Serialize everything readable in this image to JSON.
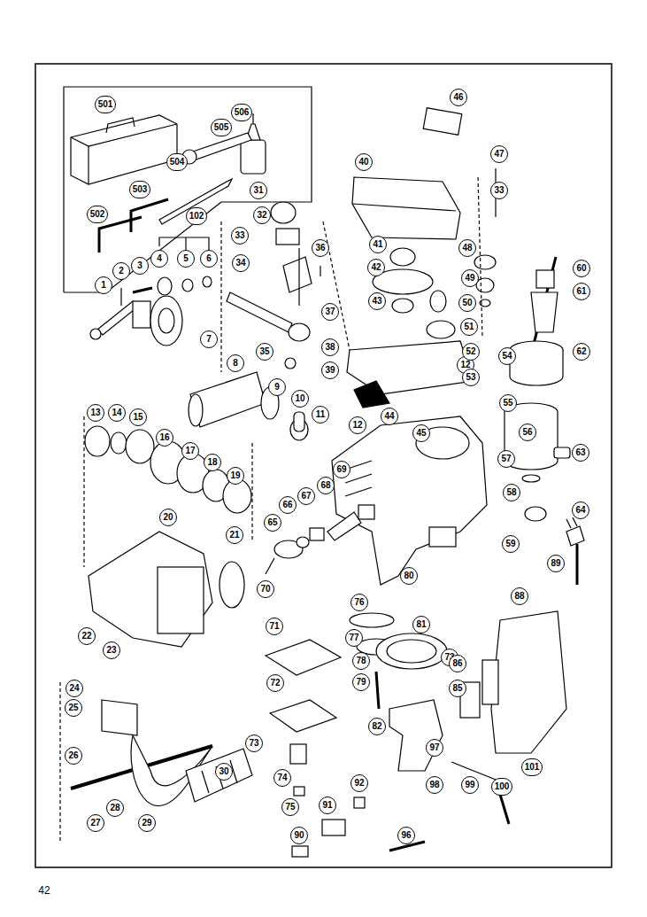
{
  "diagram": {
    "labels": [
      "501",
      "506",
      "505",
      "504",
      "503",
      "502",
      "102",
      "1",
      "2",
      "3",
      "4",
      "5",
      "6",
      "7",
      "8",
      "9",
      "10",
      "11",
      "12",
      "12",
      "13",
      "14",
      "15",
      "16",
      "17",
      "18",
      "19",
      "20",
      "21",
      "22",
      "23",
      "24",
      "25",
      "26",
      "27",
      "28",
      "29",
      "30",
      "31",
      "32",
      "33",
      "33",
      "34",
      "35",
      "36",
      "37",
      "38",
      "39",
      "40",
      "41",
      "42",
      "43",
      "44",
      "45",
      "46",
      "47",
      "48",
      "49",
      "50",
      "51",
      "52",
      "53",
      "54",
      "55",
      "56",
      "57",
      "58",
      "59",
      "60",
      "61",
      "62",
      "63",
      "64",
      "65",
      "66",
      "67",
      "68",
      "69",
      "70",
      "71",
      "72",
      "73",
      "73",
      "74",
      "75",
      "76",
      "77",
      "78",
      "79",
      "80",
      "81",
      "82",
      "85",
      "86",
      "88",
      "89",
      "90",
      "91",
      "92",
      "96",
      "97",
      "98",
      "99",
      "100",
      "101",
      "42"
    ]
  }
}
